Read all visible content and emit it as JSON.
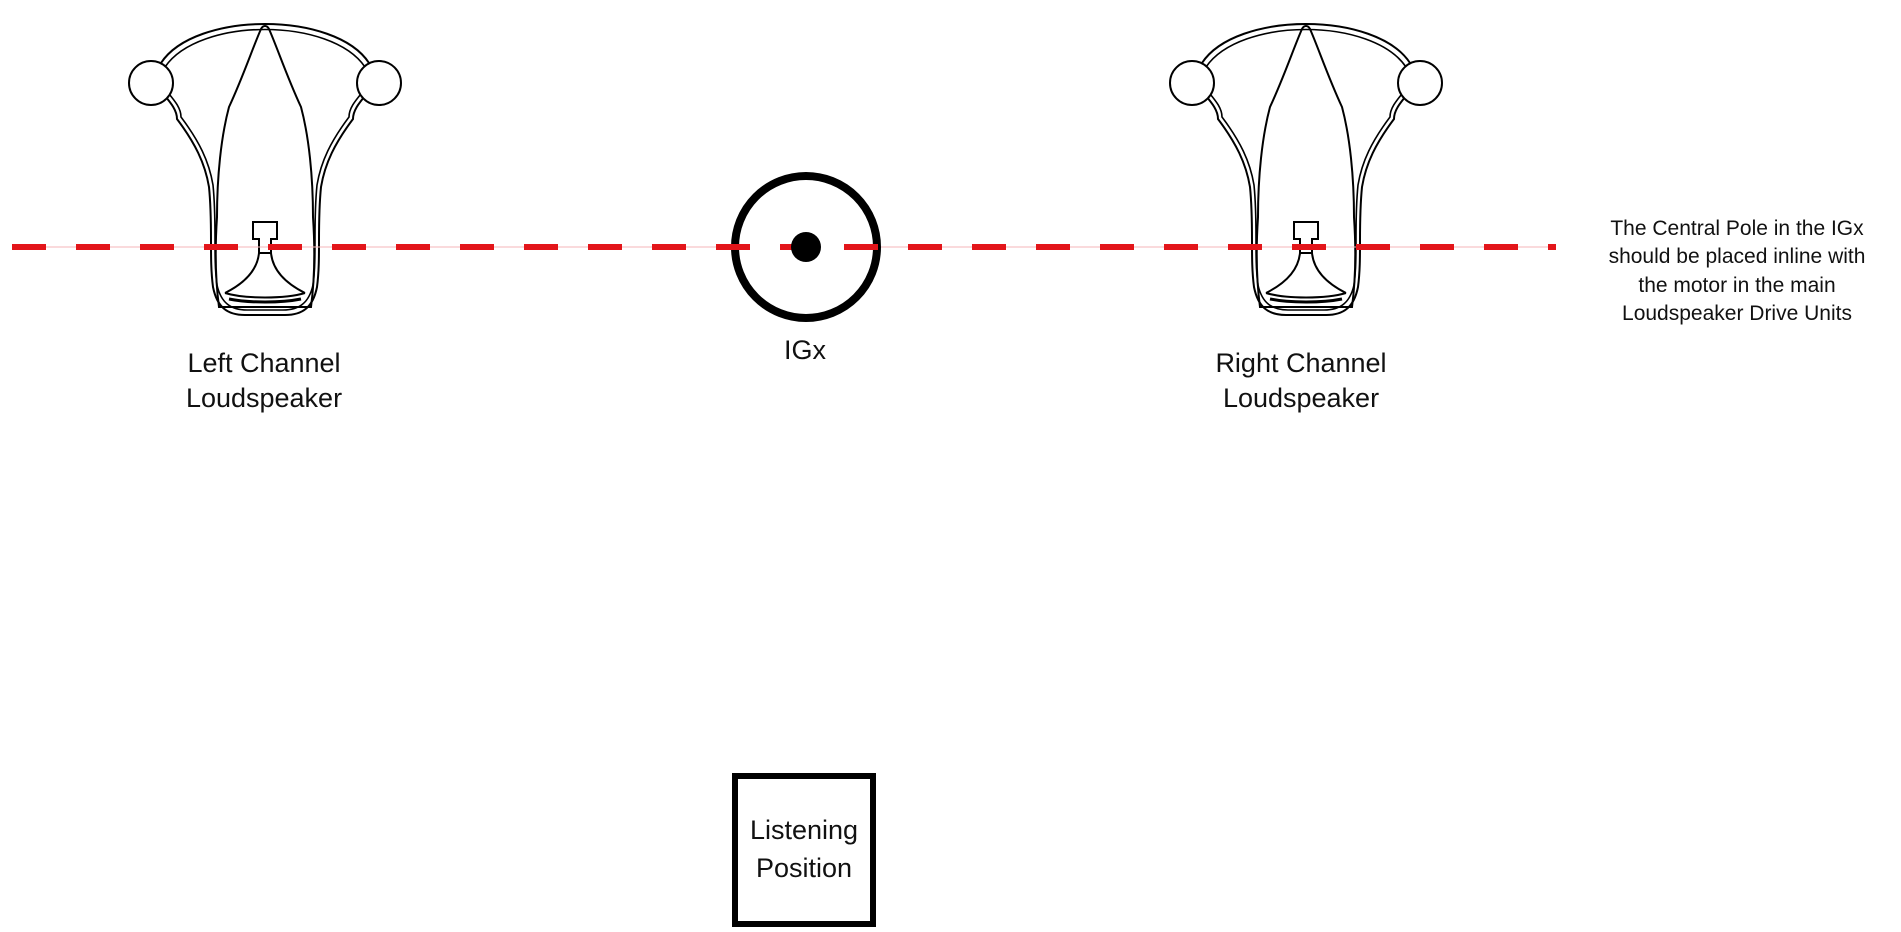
{
  "colors": {
    "alignment_line": "#e3151a",
    "outline": "#000000",
    "background": "#ffffff"
  },
  "left_speaker": {
    "label_line1": "Left Channel",
    "label_line2": "Loudspeaker"
  },
  "right_speaker": {
    "label_line1": "Right Channel",
    "label_line2": "Loudspeaker"
  },
  "igx": {
    "label": "IGx"
  },
  "note": {
    "line1": "The Central Pole in the IGx",
    "line2": "should be placed inline with",
    "line3": "the motor in the main",
    "line4": "Loudspeaker Drive Units"
  },
  "listening_position": {
    "line1": "Listening",
    "line2": "Position"
  }
}
